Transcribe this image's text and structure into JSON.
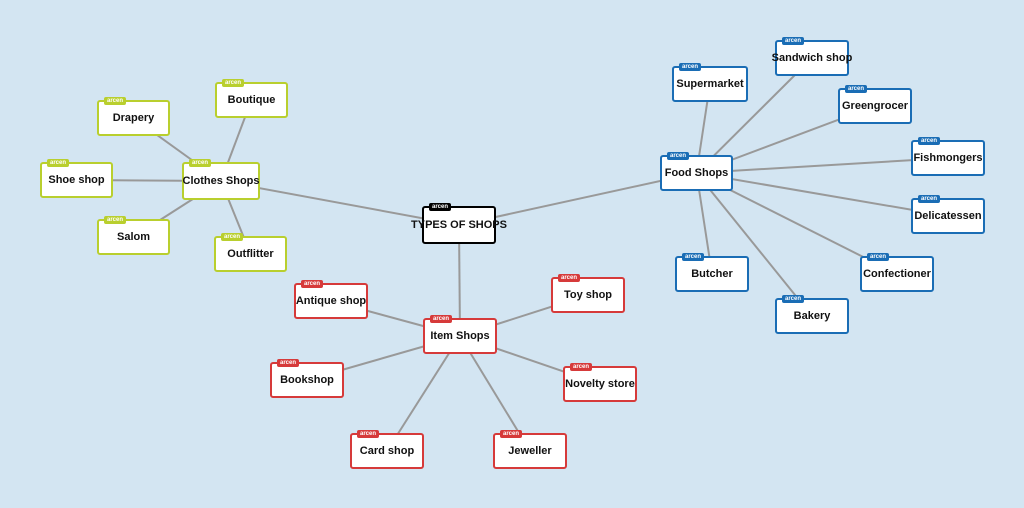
{
  "diagram": {
    "title": "TYPES OF SHOPS",
    "tag": "arcen",
    "colors": {
      "background": "#d3e5f2",
      "edge": "#999999",
      "root": "#000000",
      "clothes": "#b9cf2e",
      "food": "#1a6db5",
      "item": "#d63a3a"
    },
    "root": {
      "id": "root",
      "label": "TYPES OF SHOPS",
      "group": "root"
    },
    "branches": [
      {
        "id": "clothes",
        "label": "Clothes Shops",
        "group": "clothes",
        "children": [
          {
            "id": "drapery",
            "label": "Drapery"
          },
          {
            "id": "boutique",
            "label": "Boutique"
          },
          {
            "id": "shoe",
            "label": "Shoe shop"
          },
          {
            "id": "salom",
            "label": "Salom"
          },
          {
            "id": "outfitter",
            "label": "Outflitter"
          }
        ]
      },
      {
        "id": "food",
        "label": "Food Shops",
        "group": "food",
        "children": [
          {
            "id": "supermarket",
            "label": "Supermarket"
          },
          {
            "id": "sandwich",
            "label": "Sandwich shop"
          },
          {
            "id": "greengrocer",
            "label": "Greengrocer"
          },
          {
            "id": "fishmongers",
            "label": "Fishmongers"
          },
          {
            "id": "delicatessen",
            "label": "Delicatessen"
          },
          {
            "id": "confectioner",
            "label": "Confectioner"
          },
          {
            "id": "bakery",
            "label": "Bakery"
          },
          {
            "id": "butcher",
            "label": "Butcher"
          }
        ]
      },
      {
        "id": "item",
        "label": "Item Shops",
        "group": "item",
        "children": [
          {
            "id": "antique",
            "label": "Antique shop"
          },
          {
            "id": "toy",
            "label": "Toy shop"
          },
          {
            "id": "bookshop",
            "label": "Bookshop"
          },
          {
            "id": "novelty",
            "label": "Novelty store"
          },
          {
            "id": "card",
            "label": "Card shop"
          },
          {
            "id": "jeweller",
            "label": "Jeweller"
          }
        ]
      }
    ]
  }
}
